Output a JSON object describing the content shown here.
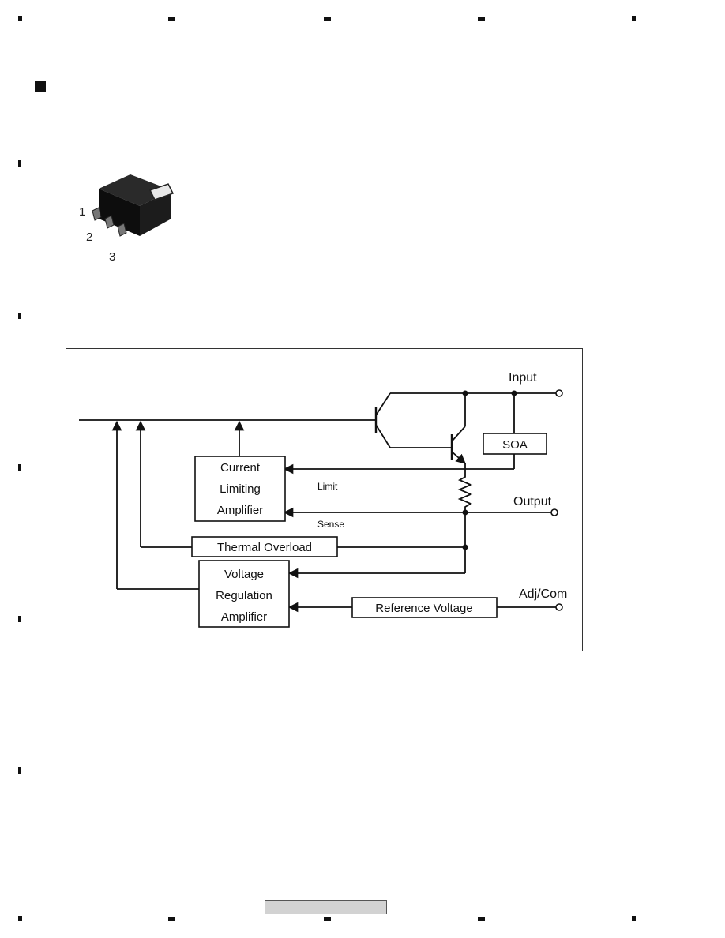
{
  "component": {
    "pin_labels": [
      "1",
      "2",
      "3"
    ]
  },
  "diagram": {
    "labels": {
      "input": "Input",
      "output": "Output",
      "adj_com": "Adj/Com",
      "limit": "Limit",
      "sense": "Sense"
    },
    "blocks": {
      "soa": "SOA",
      "current_limiting_amplifier": [
        "Current",
        "Limiting",
        "Amplifier"
      ],
      "thermal_overload": "Thermal Overload",
      "voltage_regulation_amplifier": [
        "Voltage",
        "Regulation",
        "Amplifier"
      ],
      "reference_voltage": "Reference Voltage"
    }
  }
}
